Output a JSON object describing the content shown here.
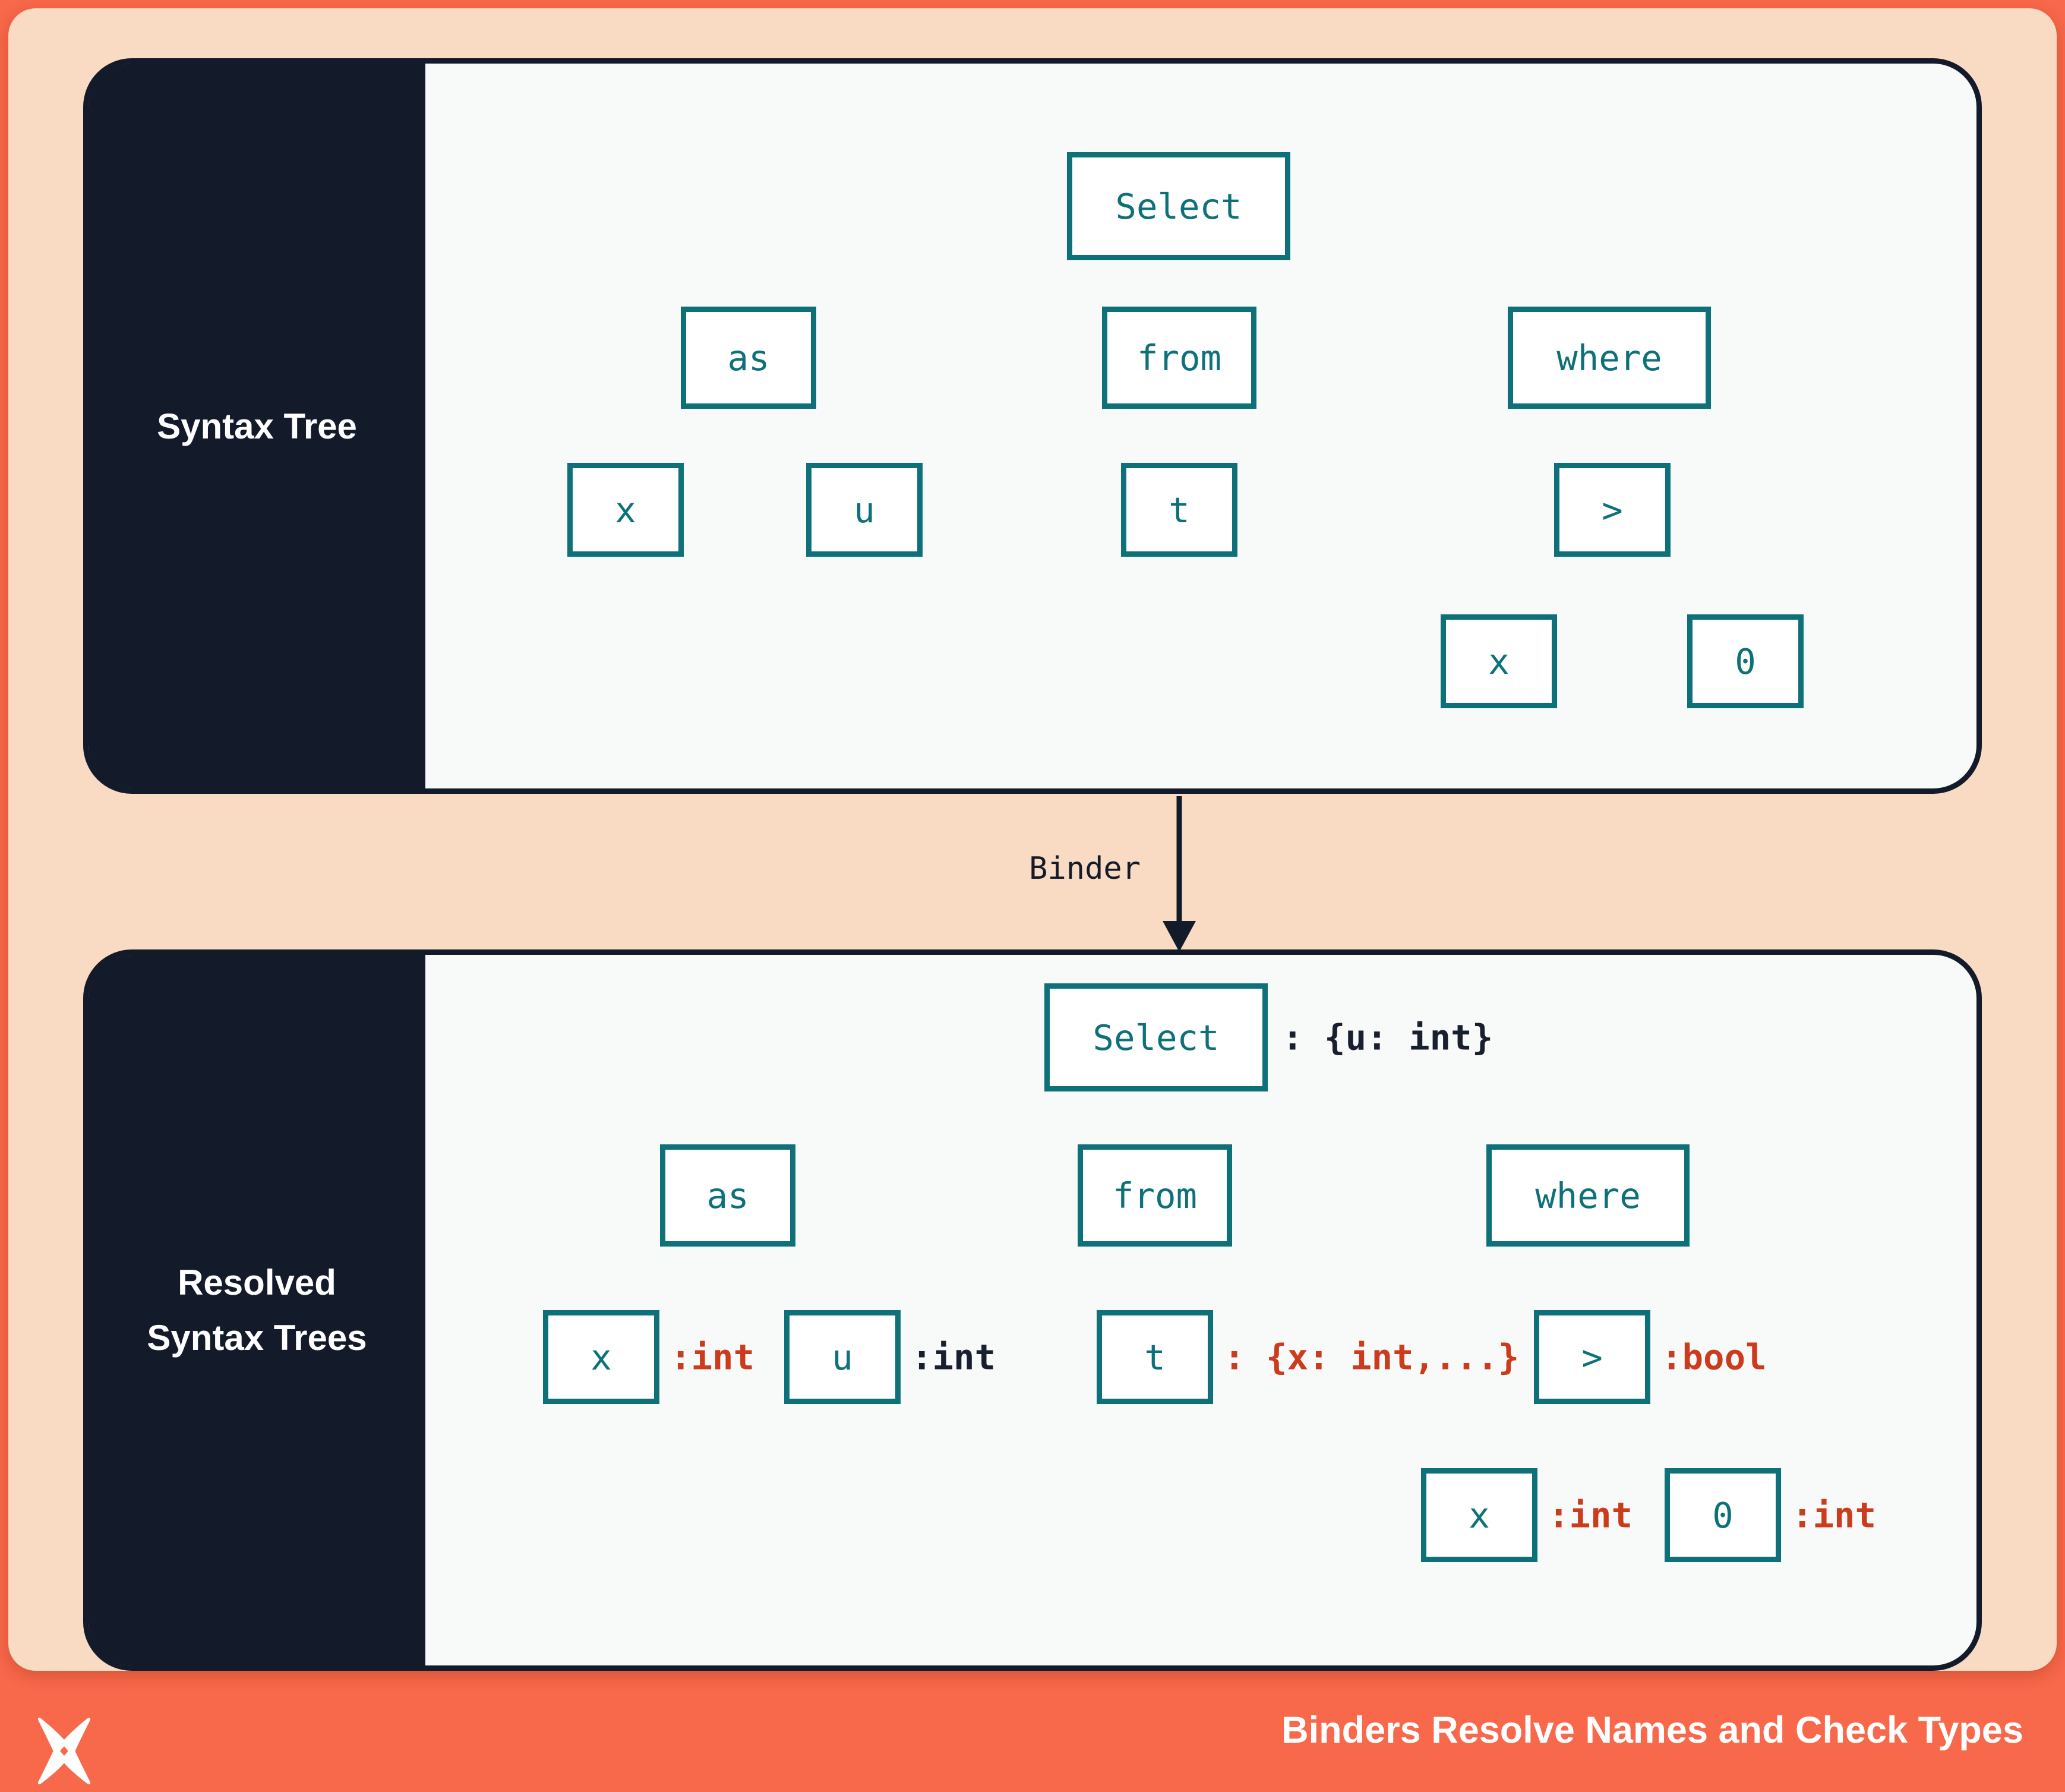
{
  "syntax_tree": {
    "title": "Syntax Tree",
    "nodes": {
      "select": "Select",
      "as": "as",
      "from": "from",
      "where": "where",
      "x_left": "x",
      "u": "u",
      "t": "t",
      "gt": ">",
      "x_right": "x",
      "zero": "0"
    }
  },
  "binder": {
    "label": "Binder"
  },
  "resolved_tree": {
    "title_line1": "Resolved",
    "title_line2": "Syntax Trees",
    "nodes": {
      "select": "Select",
      "as": "as",
      "from": "from",
      "where": "where",
      "x_left": "x",
      "u": "u",
      "t": "t",
      "gt": ">",
      "x_right": "x",
      "zero": "0"
    },
    "annotations": {
      "select": ": {u: int}",
      "x_left": ":int",
      "u": ":int",
      "t": ": {x: int,...}",
      "gt": ":bool",
      "x_right": ":int",
      "zero": ":int"
    }
  },
  "footer": {
    "title": "Binders Resolve Names and Check Types",
    "logo": "dolt-x-logo"
  },
  "colors": {
    "teal": "#0E7179",
    "navy": "#131B2B",
    "annotation_red": "#CD3B1D",
    "annotation_navy": "#18202F",
    "peach": "#F8DBC2",
    "orange_red": "#F8684A",
    "panel_bg": "#F8FAFA"
  }
}
